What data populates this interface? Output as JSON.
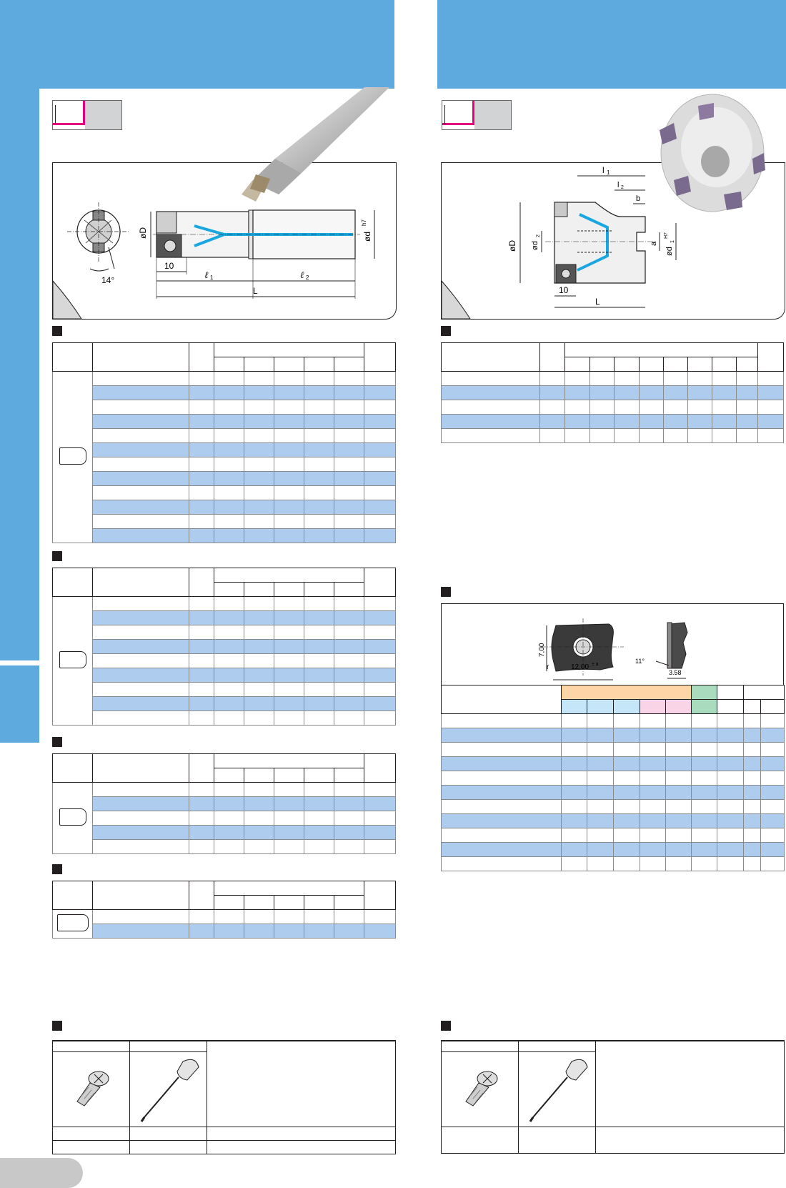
{
  "diagram_left": {
    "angle_label": "14°",
    "dim_D": "øD",
    "dim_d": "ød",
    "dim_d_tol": "h7",
    "dim_10": "10",
    "dim_l1": "ℓ",
    "dim_l1_sub": "1",
    "dim_l2": "ℓ",
    "dim_l2_sub": "2",
    "dim_L": "L"
  },
  "diagram_right": {
    "dim_l1": "l",
    "dim_l1_sub": "1",
    "dim_l2": "l",
    "dim_l2_sub": "2",
    "dim_b": "b",
    "dim_a": "a",
    "dim_D": "øD",
    "dim_d2": "ød",
    "dim_d2_sub": "2",
    "dim_d1": "ød",
    "dim_d1_sub": "1",
    "dim_d1_tol": "H7",
    "dim_10": "10",
    "dim_L": "L"
  },
  "insert_drawing": {
    "height": "7,00",
    "width": "12,00",
    "width_tol": "± a",
    "corner": "r",
    "clearance": "11°",
    "thickness": "3.58"
  },
  "colors": {
    "header_blue": "#5eaadf",
    "row_blue": "#aecdee",
    "magenta": "#e5007e",
    "band_orange": "#fdd5a6",
    "band_lightblue": "#c5e6f8",
    "band_pink": "#f9d3e6",
    "band_green": "#a9dcbf"
  }
}
